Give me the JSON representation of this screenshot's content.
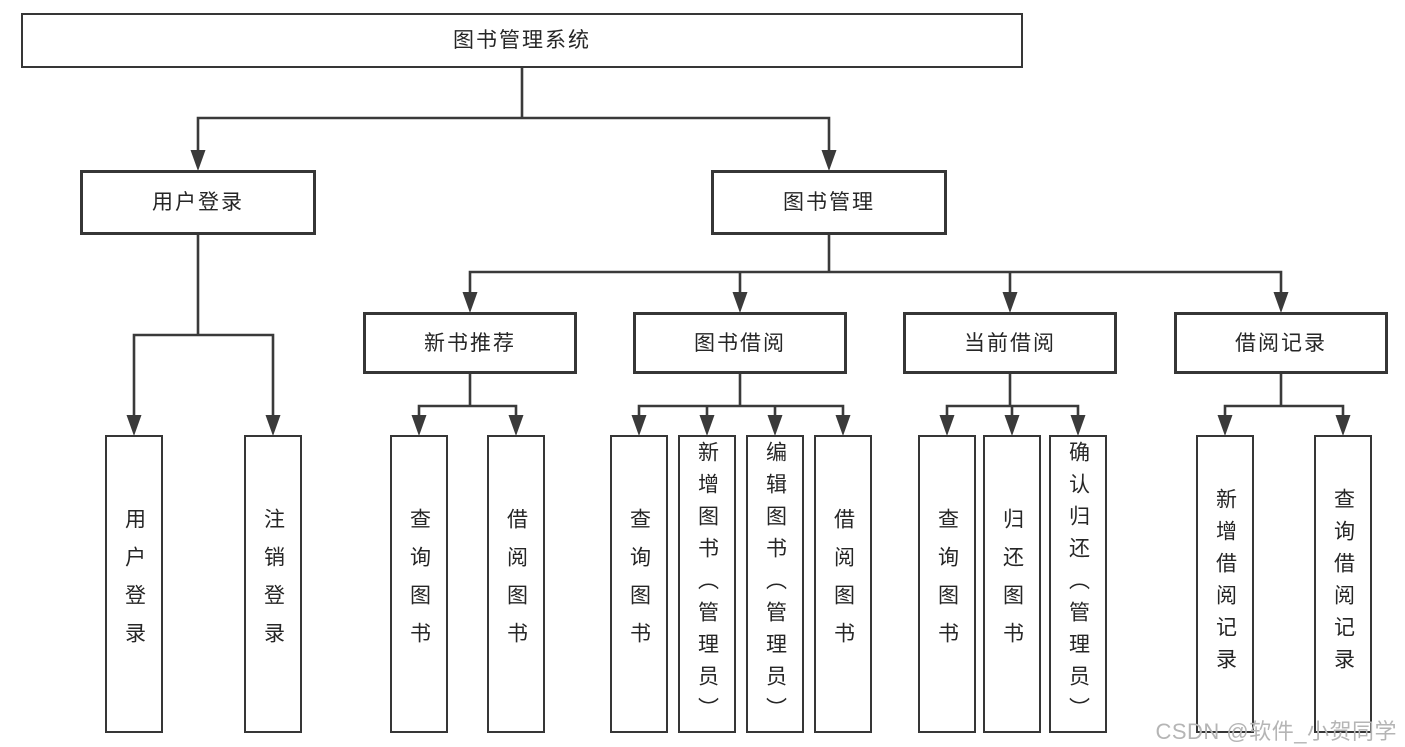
{
  "diagram": {
    "nodes": [
      {
        "id": "system-root",
        "label": "图书管理系统",
        "level": 1
      },
      {
        "id": "user-login-branch",
        "label": "用户登录",
        "level": 2
      },
      {
        "id": "book-management-branch",
        "label": "图书管理",
        "level": 2
      },
      {
        "id": "new-book-recommendation",
        "label": "新书推荐",
        "level": 3
      },
      {
        "id": "book-borrowing",
        "label": "图书借阅",
        "level": 3
      },
      {
        "id": "current-borrowing",
        "label": "当前借阅",
        "level": 3
      },
      {
        "id": "borrowing-records",
        "label": "借阅记录",
        "level": 3
      },
      {
        "id": "user-login-leaf",
        "label": "用户登录",
        "level": 4
      },
      {
        "id": "logout-leaf",
        "label": "注销登录",
        "level": 4
      },
      {
        "id": "query-books-recommend",
        "label": "查询图书",
        "level": 4
      },
      {
        "id": "borrow-books-recommend",
        "label": "借阅图书",
        "level": 4
      },
      {
        "id": "query-books-borrowing",
        "label": "查询图书",
        "level": 4
      },
      {
        "id": "add-books-admin",
        "label": "新增图书（管理员）",
        "level": 4
      },
      {
        "id": "edit-books-admin",
        "label": "编辑图书（管理员）",
        "level": 4
      },
      {
        "id": "borrow-books-borrowing",
        "label": "借阅图书",
        "level": 4
      },
      {
        "id": "query-books-current",
        "label": "查询图书",
        "level": 4
      },
      {
        "id": "return-books",
        "label": "归还图书",
        "level": 4
      },
      {
        "id": "confirm-return-admin",
        "label": "确认归还（管理员）",
        "level": 4
      },
      {
        "id": "add-borrowing-record",
        "label": "新增借阅记录",
        "level": 4
      },
      {
        "id": "query-borrowing-record",
        "label": "查询借阅记录",
        "level": 4
      }
    ],
    "edges": [
      {
        "from": "system-root",
        "to": "user-login-branch"
      },
      {
        "from": "system-root",
        "to": "book-management-branch"
      },
      {
        "from": "user-login-branch",
        "to": "user-login-leaf"
      },
      {
        "from": "user-login-branch",
        "to": "logout-leaf"
      },
      {
        "from": "book-management-branch",
        "to": "new-book-recommendation"
      },
      {
        "from": "book-management-branch",
        "to": "book-borrowing"
      },
      {
        "from": "book-management-branch",
        "to": "current-borrowing"
      },
      {
        "from": "book-management-branch",
        "to": "borrowing-records"
      },
      {
        "from": "new-book-recommendation",
        "to": "query-books-recommend"
      },
      {
        "from": "new-book-recommendation",
        "to": "borrow-books-recommend"
      },
      {
        "from": "book-borrowing",
        "to": "query-books-borrowing"
      },
      {
        "from": "book-borrowing",
        "to": "add-books-admin"
      },
      {
        "from": "book-borrowing",
        "to": "edit-books-admin"
      },
      {
        "from": "book-borrowing",
        "to": "borrow-books-borrowing"
      },
      {
        "from": "current-borrowing",
        "to": "query-books-current"
      },
      {
        "from": "current-borrowing",
        "to": "return-books"
      },
      {
        "from": "current-borrowing",
        "to": "confirm-return-admin"
      },
      {
        "from": "borrowing-records",
        "to": "add-borrowing-record"
      },
      {
        "from": "borrowing-records",
        "to": "query-borrowing-record"
      }
    ]
  },
  "watermark": {
    "text": "CSDN @软件_小贺同学"
  },
  "colors": {
    "line": "#3a3a3a",
    "border": "#363636",
    "text": "#262626",
    "watermark": "#b5b5b5",
    "background": "#ffffff"
  }
}
